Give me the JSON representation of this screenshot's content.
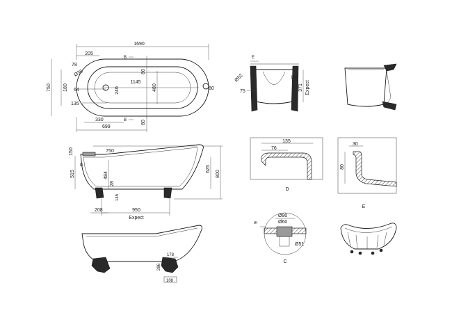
{
  "labels": {
    "top_overall": "1690",
    "top_205": "205",
    "top_78": "78",
    "top_d35": "Ø35",
    "top_180": "180",
    "top_750": "750",
    "top_64": "64",
    "top_135": "135",
    "top_1145": "1145",
    "top_246": "246",
    "top_480": "480",
    "top_80_right": "80",
    "top_80_a": "80",
    "top_80_b": "80",
    "top_330": "330",
    "top_699": "699",
    "sect_b1": "B",
    "sect_b2": "B",
    "end_e": "E",
    "end_d52": "Ø52",
    "end_75": "75",
    "end_150": "150",
    "end_371": "371",
    "end_expect": "Expect",
    "side_150": "150",
    "side_750": "750",
    "side_d": "D",
    "side_515": "515",
    "side_484": "484",
    "side_28": "28",
    "side_145": "145",
    "side_625": "625",
    "side_800": "800",
    "side_208": "208",
    "side_950": "950",
    "side_expect": "Expect",
    "det_d_135": "135",
    "det_d_76": "76",
    "det_d_title": "D",
    "det_e_30": "30",
    "det_e_80": "80",
    "det_e_title": "E",
    "det_c_9": "9",
    "det_c_d90": "Ø90",
    "det_c_d60": "Ø60",
    "det_c_d51": "Ø51",
    "det_c_title": "C",
    "front_178": "178",
    "front_286": "286",
    "front_108": "108"
  }
}
